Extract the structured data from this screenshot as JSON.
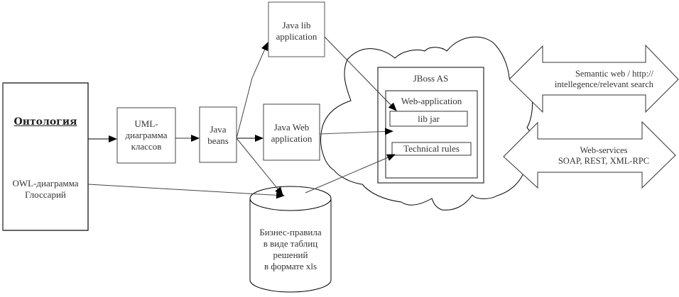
{
  "diagram": {
    "ontology": {
      "title": "Онтология",
      "subtitle": "OWL-диаграмма\nГлоссарий"
    },
    "uml": {
      "label": "UML-\nдиаграмма\nклассов"
    },
    "java_beans": {
      "label": "Java\nbeans"
    },
    "java_lib": {
      "label": "Java lib\napplication"
    },
    "java_web": {
      "label": "Java Web\napplication"
    },
    "jboss": {
      "title": "JBoss AS",
      "web_app": "Web-application",
      "lib_jar": "lib jar",
      "technical_rules": "Technical rules"
    },
    "business_rules": {
      "label": "Бизнес-правила\nв виде таблиц\nрешений\nв формате xls"
    },
    "semantic_web": {
      "label": "Semantic web / http://\nintellegence/relevant search"
    },
    "web_services": {
      "label": "Web-services\nSOAP, REST, XML-RPC"
    }
  }
}
